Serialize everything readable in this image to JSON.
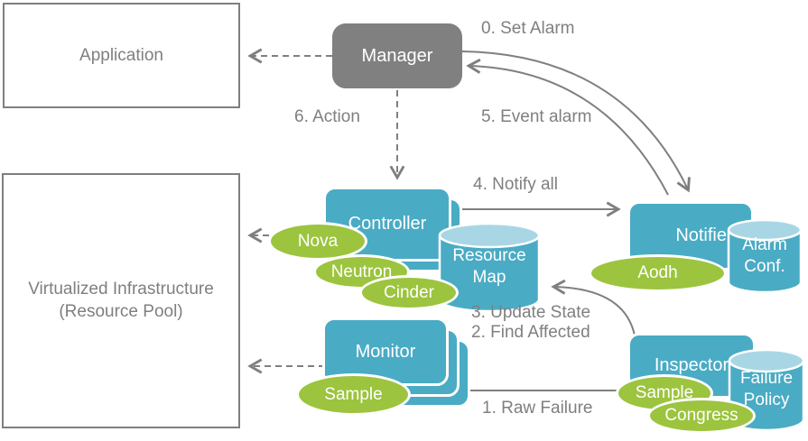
{
  "nodes": {
    "application": {
      "label": "Application"
    },
    "virtualized_infrastructure": {
      "line1": "Virtualized Infrastructure",
      "line2": "(Resource Pool)"
    },
    "manager": {
      "label": "Manager"
    },
    "controller": {
      "label": "Controller"
    },
    "monitor": {
      "label": "Monitor"
    },
    "notifier": {
      "label": "Notifier"
    },
    "inspector": {
      "label": "Inspector"
    },
    "resource_map": {
      "line1": "Resource",
      "line2": "Map"
    },
    "alarm_conf": {
      "line1": "Alarm",
      "line2": "Conf."
    },
    "failure_policy": {
      "line1": "Failure",
      "line2": "Policy"
    },
    "nova": {
      "label": "Nova"
    },
    "neutron": {
      "label": "Neutron"
    },
    "cinder": {
      "label": "Cinder"
    },
    "sample_monitor": {
      "label": "Sample"
    },
    "aodh": {
      "label": "Aodh"
    },
    "sample_inspector": {
      "label": "Sample"
    },
    "congress": {
      "label": "Congress"
    }
  },
  "edges": {
    "set_alarm": {
      "label": "0. Set Alarm"
    },
    "raw_failure": {
      "label": "1. Raw Failure"
    },
    "find_affected": {
      "label": "2. Find Affected"
    },
    "update_state": {
      "label": "3. Update State"
    },
    "notify_all": {
      "label": "4. Notify all"
    },
    "event_alarm": {
      "label": "5. Event alarm"
    },
    "action": {
      "label": "6. Action"
    }
  },
  "colors": {
    "node_blue": "#4AABC4",
    "cylinder_top_blue": "#A9D6E4",
    "green": "#9CC43F",
    "manager_gray": "#808080",
    "label_gray": "#7F7F7F",
    "text_white": "#FFFFFF"
  }
}
